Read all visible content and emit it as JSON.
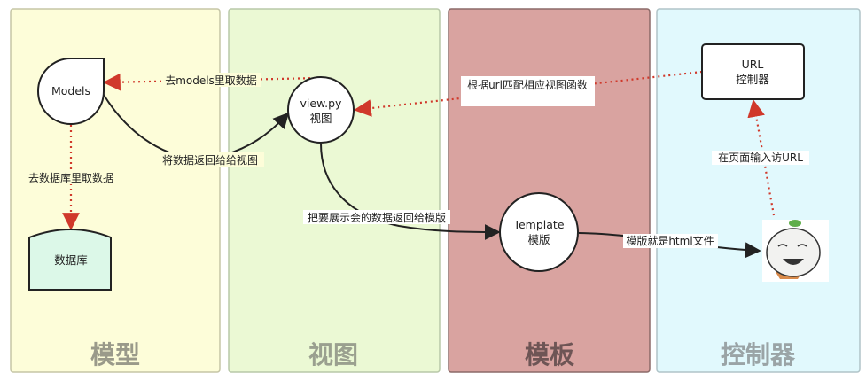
{
  "lanes": [
    {
      "title": "模型",
      "fill": "#fdfdd9",
      "stroke": "#c5c5a5",
      "title_color": "#9a9a8a"
    },
    {
      "title": "视图",
      "fill": "#ebf9d4",
      "stroke": "#b8c8a8",
      "title_color": "#9aa08f"
    },
    {
      "title": "模板",
      "fill": "#d9a3a0",
      "stroke": "#8c6a68",
      "title_color": "#6e5555"
    },
    {
      "title": "控制器",
      "fill": "#e1f9fd",
      "stroke": "#b0c4c8",
      "title_color": "#9aa4a6"
    }
  ],
  "nodes": {
    "models": "Models",
    "database": "数据库",
    "view_line1": "view.py",
    "view_line2": "视图",
    "template_line1": "Template",
    "template_line2": "模版",
    "url_line1": "URL",
    "url_line2": "控制器"
  },
  "edges": {
    "view_to_models": "去models里取数据",
    "models_to_db": "去数据库里取数据",
    "models_to_view": "将数据返回给给视图",
    "view_to_template": "把要展示会的数据返回给模版",
    "url_to_view": "根据url匹配相应视图函数",
    "template_to_browser": "模版就是html文件",
    "browser_to_url": "在页面输入访URL"
  },
  "colors": {
    "dotted": "#d0392b",
    "solid": "#222222"
  }
}
